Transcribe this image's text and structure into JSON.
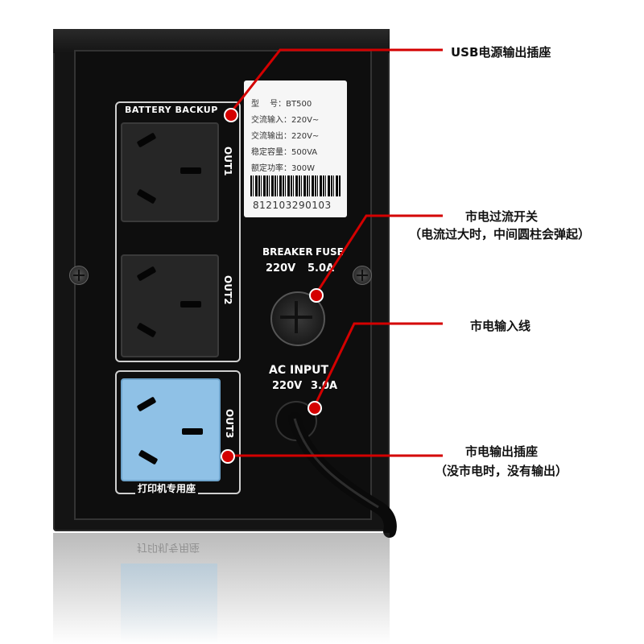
{
  "device": {
    "battery_backup_label": "BATTERY BACKUP",
    "out1_label": "OUT1",
    "out2_label": "OUT2",
    "out3_label": "OUT3",
    "printer_socket_label": "打印机专用座",
    "breaker_label": "BREAKER",
    "breaker_rating": "220V",
    "fuse_label": "FUSE",
    "fuse_rating": "5.0A",
    "ac_input_label": "AC INPUT",
    "ac_input_voltage": "220V",
    "ac_input_current": "3.0A"
  },
  "sticker": {
    "model": "型　 号：BT500",
    "ac_in": "交流输入：220V~",
    "ac_out": "交流输出：220V~",
    "capacity": "稳定容量：500VA",
    "power": "额定功率：300W",
    "serial": "812103290103"
  },
  "callouts": {
    "usb_socket": "USB电源输出插座",
    "breaker_title": "市电过流开关",
    "breaker_note": "（电流过大时，中间圆柱会弹起）",
    "mains_input": "市电输入线",
    "mains_output_title": "市电输出插座",
    "mains_output_note": "（没市电时，没有输出）"
  },
  "colors": {
    "device_body": "#141414",
    "callout_red": "#d40000",
    "blue_socket": "#8fc1e6"
  }
}
